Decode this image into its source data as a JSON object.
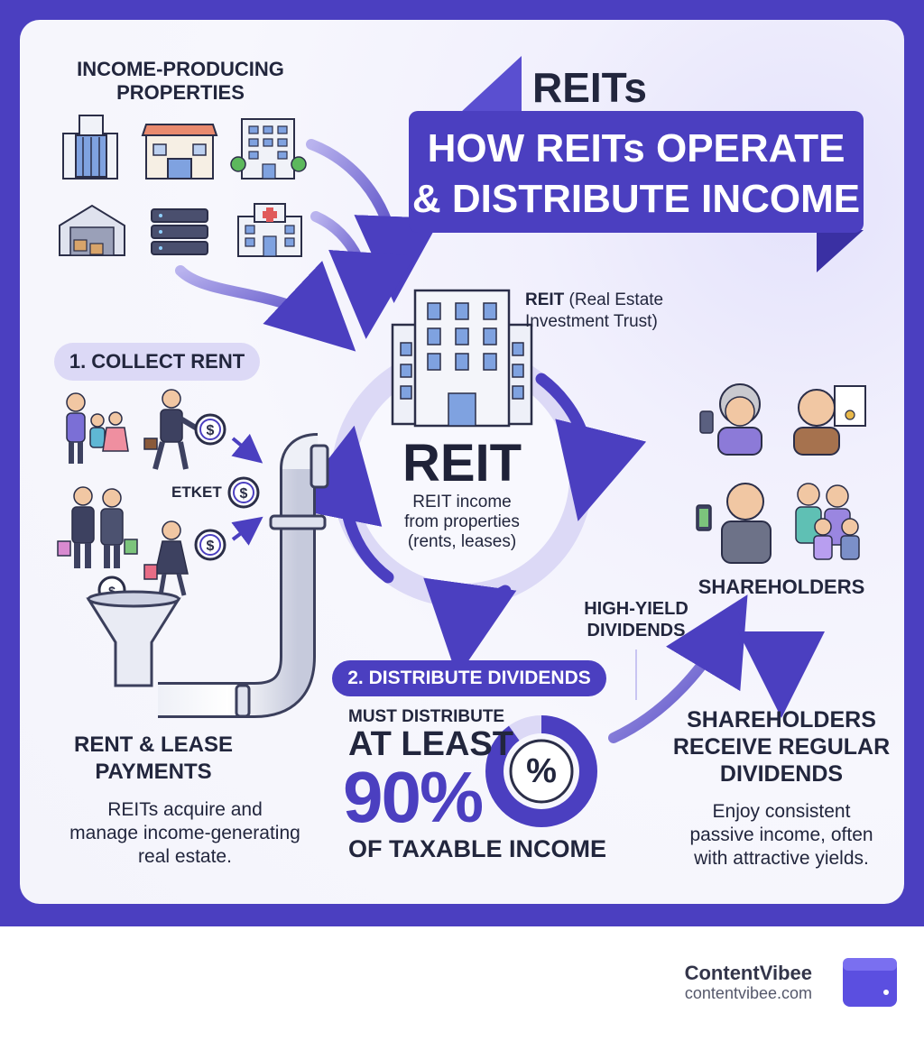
{
  "header": {
    "kicker": "REITs",
    "title_line1": "HOW REITs OPERATE",
    "title_line2": "& DISTRIBUTE INCOME"
  },
  "properties": {
    "heading_line1": "INCOME-PRODUCING",
    "heading_line2": "PROPERTIES",
    "icons": [
      "office-building-icon",
      "retail-store-icon",
      "apartment-building-icon",
      "warehouse-icon",
      "data-center-icon",
      "hospital-icon"
    ]
  },
  "reit": {
    "label_bold": "REIT",
    "label_rest_line1": " (Real Estate",
    "label_line2": "Investment Trust)",
    "center_title": "REIT",
    "center_line1": "REIT income",
    "center_line2": "from properties",
    "center_line3": "(rents, leases)"
  },
  "step1": {
    "badge": "1. COLLECT RENT",
    "stray_label": "ETKET",
    "caption_line1": "RENT & LEASE",
    "caption_line2": "PAYMENTS",
    "desc_line1": "REITs acquire and",
    "desc_line2": "manage income-generating",
    "desc_line3": "real estate."
  },
  "step2": {
    "badge": "2. DISTRIBUTE DIVIDENDS",
    "must_line": "MUST DISTRIBUTE",
    "at_least": "AT LEAST",
    "percent": "90%",
    "of_income": "OF TAXABLE INCOME",
    "percent_symbol": "%",
    "min_distribution_fraction": 0.9
  },
  "dividends_label_line1": "HIGH-YIELD",
  "dividends_label_line2": "DIVIDENDS",
  "shareholders": {
    "label": "SHAREHOLDERS",
    "receive_line1": "SHAREHOLDERS",
    "receive_line2": "RECEIVE REGULAR",
    "receive_line3": "DIVIDENDS",
    "desc_line1": "Enjoy consistent",
    "desc_line2": "passive income, often",
    "desc_line3": "with attractive yields."
  },
  "footer": {
    "brand": "ContentVibee",
    "url": "contentvibee.com"
  },
  "colors": {
    "brand": "#4b3fc0",
    "accent_light": "#c9c5f2",
    "text_dark": "#22263d",
    "pipe": "#dfe2ee"
  }
}
